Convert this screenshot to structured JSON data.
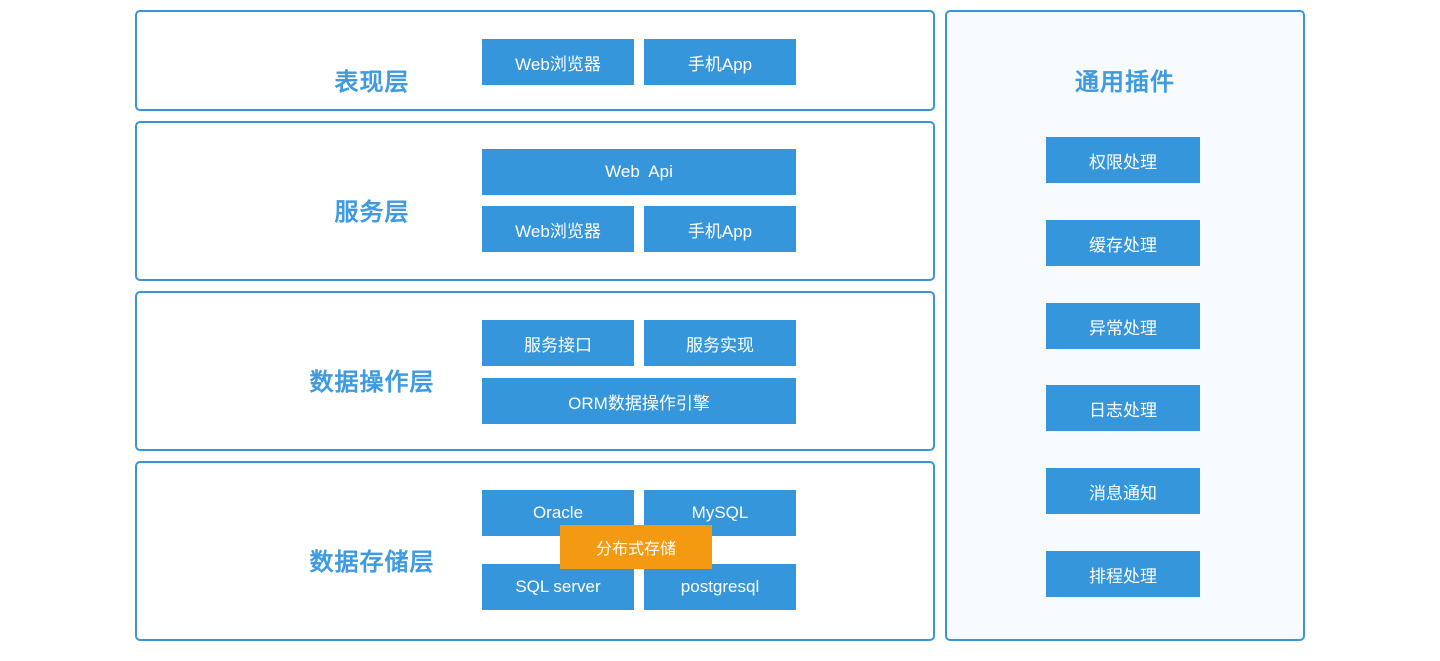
{
  "theme": {
    "box_blue": "#3596db",
    "border_blue": "#3a94d8",
    "title_blue": "#3f9be0",
    "overlay_orange": "#f39a12",
    "panel_tint": "#f8fbfd",
    "page_background": "#ffffff"
  },
  "architecture": {
    "layers": [
      {
        "title": "表现层",
        "boxes": [
          {
            "label": "Web浏览器"
          },
          {
            "label": "手机App"
          }
        ]
      },
      {
        "title": "服务层",
        "boxes": [
          {
            "label": "Web  Api"
          },
          {
            "label": "Web浏览器"
          },
          {
            "label": "手机App"
          }
        ]
      },
      {
        "title": "数据操作层",
        "boxes": [
          {
            "label": "服务接口"
          },
          {
            "label": "服务实现"
          },
          {
            "label": "ORM数据操作引擎"
          }
        ]
      },
      {
        "title": "数据存储层",
        "boxes": [
          {
            "label": "Oracle"
          },
          {
            "label": "MySQL"
          },
          {
            "label": "SQL server"
          },
          {
            "label": "postgresql"
          }
        ]
      }
    ],
    "overlay": {
      "label": "分布式存储"
    }
  },
  "plugins": {
    "title": "通用插件",
    "items": [
      {
        "label": "权限处理"
      },
      {
        "label": "缓存处理"
      },
      {
        "label": "异常处理"
      },
      {
        "label": "日志处理"
      },
      {
        "label": "消息通知"
      },
      {
        "label": "排程处理"
      }
    ]
  }
}
